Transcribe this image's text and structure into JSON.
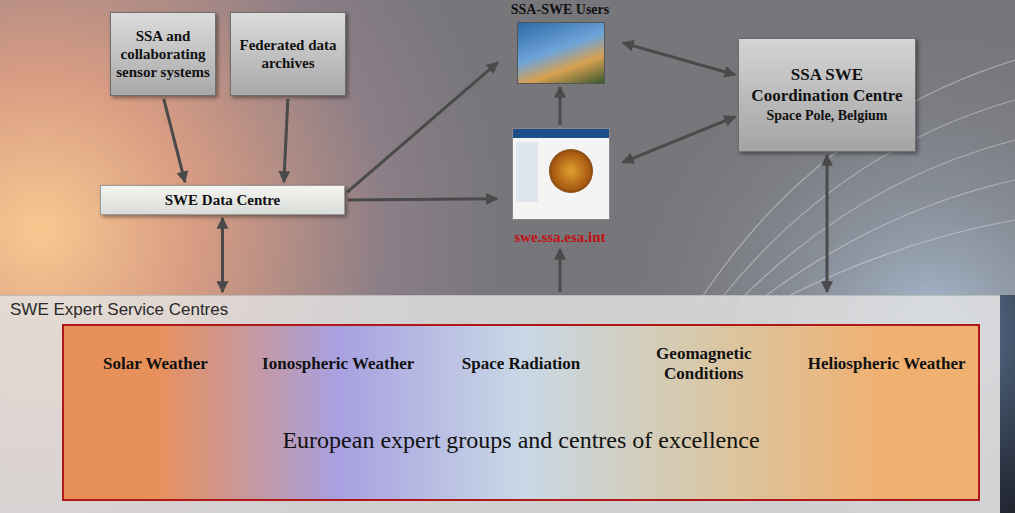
{
  "diagram": {
    "nodes": [
      {
        "text": [
          "SSA and collaborating sensor systems"
        ]
      },
      {
        "text": [
          "Federated data archives"
        ]
      },
      {
        "text": [
          "SSA-SWE Users"
        ]
      },
      {
        "text": [
          "SSA SWE Coordination Centre",
          "Space Pole, Belgium"
        ]
      },
      {
        "text": [
          "SWE Data Centre"
        ]
      },
      {
        "text": [
          "swe.ssa.esa.int"
        ]
      },
      {
        "text": [
          "SWE Expert Service Centres"
        ]
      },
      {
        "text": [
          "European expert groups and centres of excellence"
        ],
        "in": 6
      },
      {
        "text": [
          "Solar Weather"
        ],
        "in": 7
      },
      {
        "text": [
          "Ionospheric Weather"
        ],
        "in": 7
      },
      {
        "text": [
          "Space Radiation"
        ],
        "in": 7
      },
      {
        "text": [
          "Geomagnetic Conditions"
        ],
        "in": 7
      },
      {
        "text": [
          "Heliospheric Weather"
        ],
        "in": 7
      }
    ],
    "edges": [
      {
        "from": 0,
        "to": 4,
        "arrow": "to"
      },
      {
        "from": 1,
        "to": 4,
        "arrow": "to"
      },
      {
        "from": 4,
        "to": 2,
        "arrow": "to"
      },
      {
        "from": 4,
        "to": 5,
        "arrow": "to"
      },
      {
        "from": 4,
        "to": 6,
        "arrow": "both"
      },
      {
        "from": 5,
        "to": 2,
        "arrow": "to"
      },
      {
        "from": 2,
        "to": 3,
        "arrow": "both"
      },
      {
        "from": 5,
        "to": 3,
        "arrow": "both"
      },
      {
        "from": 3,
        "to": 6,
        "arrow": "both"
      },
      {
        "from": 6,
        "to": 5,
        "arrow": "to"
      }
    ]
  }
}
